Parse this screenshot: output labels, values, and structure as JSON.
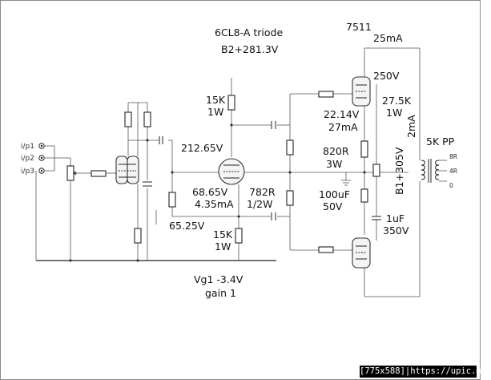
{
  "title_tube": "6CL8-A triode",
  "title_supply": "B2+281.3V",
  "output_tube": "7511",
  "output_current": "25mA",
  "inputs": [
    "i/p1",
    "i/p2",
    "i/p3"
  ],
  "values": {
    "r_anode": "15K",
    "r_anode_w": "1W",
    "v_anode": "212.65V",
    "v_cathode": "68.65V",
    "i_cathode": "4.35mA",
    "r_782": "782R",
    "r_782_w": "1/2W",
    "v_grid": "65.25V",
    "r_cathode": "15K",
    "r_cathode_w": "1W",
    "vg1": "Vg1 -3.4V",
    "gain": "gain 1",
    "v_250": "250V",
    "r_275": "27.5K",
    "r_275_w": "1W",
    "v_2214": "22.14V",
    "i_27": "27mA",
    "r_820": "820R",
    "r_820_w": "3W",
    "c_100": "100uF",
    "c_100_v": "50V",
    "b1": "B1+305V",
    "i_2": "2mA",
    "c_1": "1uF",
    "c_1_v": "350V",
    "opt": "5K PP",
    "tap_8": "8R",
    "tap_4": "4R",
    "tap_0": "0"
  },
  "footer": "[775x588]|https://upic.me/"
}
